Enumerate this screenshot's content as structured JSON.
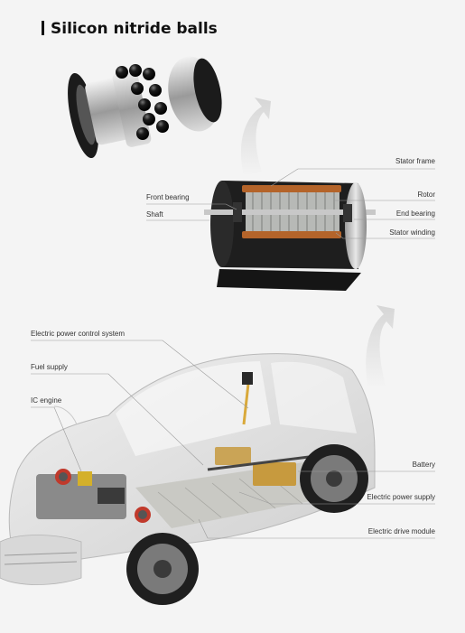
{
  "title": "Silicon nitride balls",
  "motor_labels": {
    "stator_frame": "Stator frame",
    "front_bearing": "Front bearing",
    "rotor": "Rotor",
    "shaft": "Shaft",
    "end_bearing": "End bearing",
    "stator_winding": "Stator winding"
  },
  "vehicle_labels": {
    "electric_power_control_system": "Electric power control system",
    "fuel_supply": "Fuel supply",
    "ic_engine": "IC engine",
    "battery": "Battery",
    "electric_power_supply": "Electric power supply",
    "electric_drive_module": "Electric drive module"
  },
  "colors": {
    "background": "#f4f4f4",
    "motor_body": "#1e1e1e",
    "winding": "#b7b9b6",
    "copper": "#b4642a",
    "car_body": "#e2e2e2",
    "battery_pack": "#c9c9c4",
    "gold_component": "#c79a3e",
    "arrow": "#d9d9d9"
  }
}
